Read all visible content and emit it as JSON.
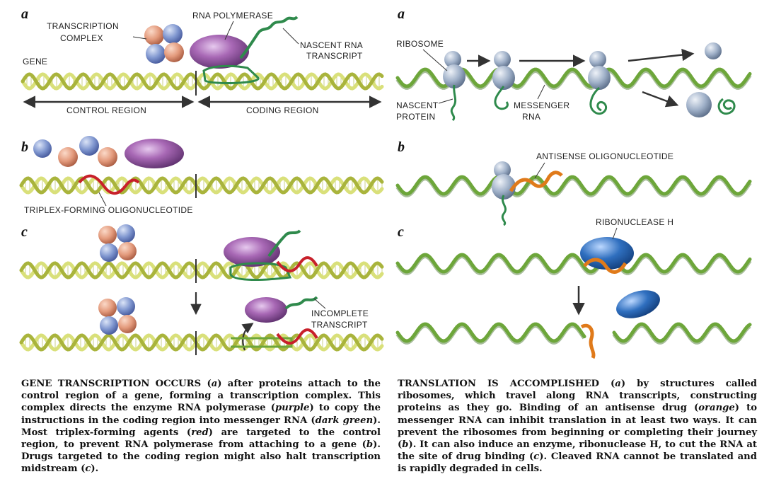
{
  "left": {
    "panel_a": {
      "letter": "a",
      "transcription_complex": [
        "TRANSCRIPTION",
        "COMPLEX"
      ],
      "rna_polymerase": "RNA POLYMERASE",
      "nascent_rna": [
        "NASCENT RNA",
        "TRANSCRIPT"
      ],
      "gene": "GENE",
      "control_region": "CONTROL REGION",
      "coding_region": "CODING REGION"
    },
    "panel_b": {
      "letter": "b",
      "triplex": "TRIPLEX-FORMING OLIGONUCLEOTIDE"
    },
    "panel_c": {
      "letter": "c",
      "incomplete": [
        "INCOMPLETE",
        "TRANSCRIPT"
      ]
    }
  },
  "right": {
    "panel_a": {
      "letter": "a",
      "ribosome": "RIBOSOME",
      "nascent_protein": [
        "NASCENT",
        "PROTEIN"
      ],
      "messenger_rna": [
        "MESSENGER",
        "RNA"
      ]
    },
    "panel_b": {
      "letter": "b",
      "antisense": "ANTISENSE OLIGONUCLEOTIDE"
    },
    "panel_c": {
      "letter": "c",
      "ribonuclease": "RIBONUCLEASE H"
    }
  },
  "captions": {
    "left": [
      {
        "t": "GENE TRANSCRIPTION OCCURS ("
      },
      {
        "t": "a",
        "i": true
      },
      {
        "t": ") after proteins attach to the control region of a gene, forming a transcription complex. This complex directs the enzyme RNA polymerase ("
      },
      {
        "t": "purple",
        "i": true
      },
      {
        "t": ") to copy the instructions in the coding region into messenger RNA ("
      },
      {
        "t": "dark green",
        "i": true
      },
      {
        "t": "). Most triplex-forming agents ("
      },
      {
        "t": "red",
        "i": true
      },
      {
        "t": ") are targeted to the control region, to prevent RNA polymerase from attaching to a gene ("
      },
      {
        "t": "b",
        "i": true
      },
      {
        "t": "). Drugs targeted to the coding region might also halt transcription midstream ("
      },
      {
        "t": "c",
        "i": true
      },
      {
        "t": ")."
      }
    ],
    "right": [
      {
        "t": "TRANSLATION IS ACCOMPLISHED ("
      },
      {
        "t": "a",
        "i": true
      },
      {
        "t": ") by structures called ribosomes, which travel along RNA transcripts, constructing proteins as they go. Binding of an antisense drug ("
      },
      {
        "t": "orange",
        "i": true
      },
      {
        "t": ") to messenger RNA can inhibit translation in at least two ways. It can prevent the ribosomes from beginning or completing their journey ("
      },
      {
        "t": "b",
        "i": true
      },
      {
        "t": "). It can also induce an enzyme, ribonuclease H, to cut the RNA at the site of drug binding ("
      },
      {
        "t": "c",
        "i": true
      },
      {
        "t": "). Cleaved RNA cannot be translated and is rapidly degraded in cells."
      }
    ]
  },
  "colors": {
    "dna_yellow": "#d9e07a",
    "dna_yellow_dark": "#a9b43c",
    "rna_green": "#6da63a",
    "rna_dark_green": "#2f8a4c",
    "polymerase_purple": "#9a5fa8",
    "complex_blue": "#7f96cf",
    "complex_salmon": "#e39a7c",
    "ribosome_gray": "#9fb0c8",
    "triplex_red": "#c8202a",
    "antisense_orange": "#e07a1a",
    "rnase_blue": "#2f6fbf"
  }
}
